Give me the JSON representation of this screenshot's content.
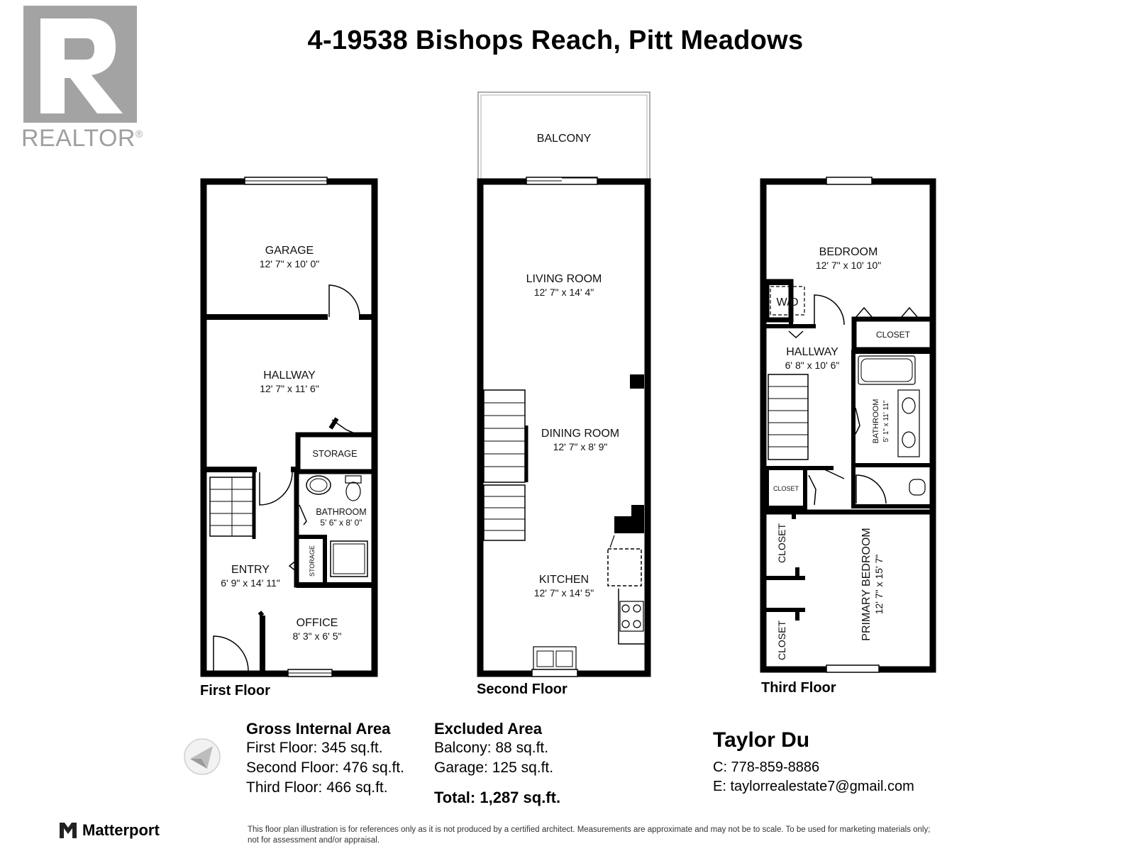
{
  "title": "4-19538 Bishops Reach, Pitt Meadows",
  "logo": {
    "text": "REALTOR",
    "mark": "®",
    "icon": "realtor-r-icon",
    "color": "#a0a0a0"
  },
  "floors": [
    {
      "label": "First Floor",
      "rooms": [
        {
          "name": "GARAGE",
          "dims": "12' 7\" x 10' 0\""
        },
        {
          "name": "HALLWAY",
          "dims": "12' 7\" x 11' 6\""
        },
        {
          "name": "STORAGE",
          "dims": ""
        },
        {
          "name": "BATHROOM",
          "dims": "5' 6\" x 8' 0\""
        },
        {
          "name": "STORAGE",
          "dims": ""
        },
        {
          "name": "ENTRY",
          "dims": "6' 9\" x 14' 11\""
        },
        {
          "name": "OFFICE",
          "dims": "8' 3\" x 6' 5\""
        }
      ]
    },
    {
      "label": "Second Floor",
      "rooms": [
        {
          "name": "BALCONY",
          "dims": ""
        },
        {
          "name": "LIVING ROOM",
          "dims": "12' 7\" x 14' 4\""
        },
        {
          "name": "DINING ROOM",
          "dims": "12' 7\" x 8' 9\""
        },
        {
          "name": "KITCHEN",
          "dims": "12' 7\" x 14' 5\""
        }
      ]
    },
    {
      "label": "Third Floor",
      "rooms": [
        {
          "name": "BEDROOM",
          "dims": "12' 7\" x 10' 10\""
        },
        {
          "name": "W/D",
          "dims": ""
        },
        {
          "name": "CLOSET",
          "dims": ""
        },
        {
          "name": "HALLWAY",
          "dims": "6' 8\" x 10' 6\""
        },
        {
          "name": "BATHROOM",
          "dims": "5' 1\" x 11' 11\""
        },
        {
          "name": "CLOSET",
          "dims": ""
        },
        {
          "name": "CLOSET",
          "dims": ""
        },
        {
          "name": "CLOSET",
          "dims": ""
        },
        {
          "name": "PRIMARY BEDROOM",
          "dims": "12' 7\" x 15' 7\""
        }
      ]
    }
  ],
  "gross": {
    "heading": "Gross Internal Area",
    "lines": [
      "First Floor: 345 sq.ft.",
      "Second Floor: 476 sq.ft.",
      "Third Floor: 466 sq.ft."
    ]
  },
  "excluded": {
    "heading": "Excluded Area",
    "lines": [
      "Balcony: 88 sq.ft.",
      "Garage: 125 sq.ft."
    ],
    "total": "Total: 1,287 sq.ft."
  },
  "contact": {
    "name": "Taylor Du",
    "phone": "C: 778-859-8886",
    "email": "E: taylorrealestate7@gmail.com"
  },
  "brand": {
    "name": "Matterport",
    "icon": "matterport-logo-icon"
  },
  "compass_icon": "compass-icon",
  "disclaimer": [
    "This floor plan illustration is for references only as it is not produced by a certified architect. Measurements are approximate and may not be to scale. To be used for marketing materials only;",
    "not for assessment and/or appraisal."
  ]
}
